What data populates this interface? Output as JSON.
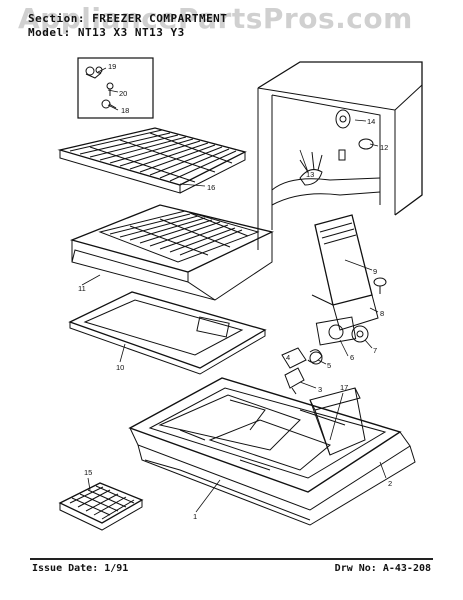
{
  "header": {
    "section_line": "Section: FREEZER COMPARTMENT",
    "model_line": "Model: NT13 X3 NT13 Y3"
  },
  "watermark": "AppliancePartsPros.com",
  "callouts": [
    "1",
    "2",
    "3",
    "4",
    "5",
    "6",
    "7",
    "8",
    "9",
    "10",
    "11",
    "12",
    "13",
    "14",
    "15",
    "16",
    "17",
    "18",
    "19",
    "20"
  ],
  "footer": {
    "issue_date": "Issue Date: 1/91",
    "drawing_no": "Drw No: A-43-208"
  }
}
